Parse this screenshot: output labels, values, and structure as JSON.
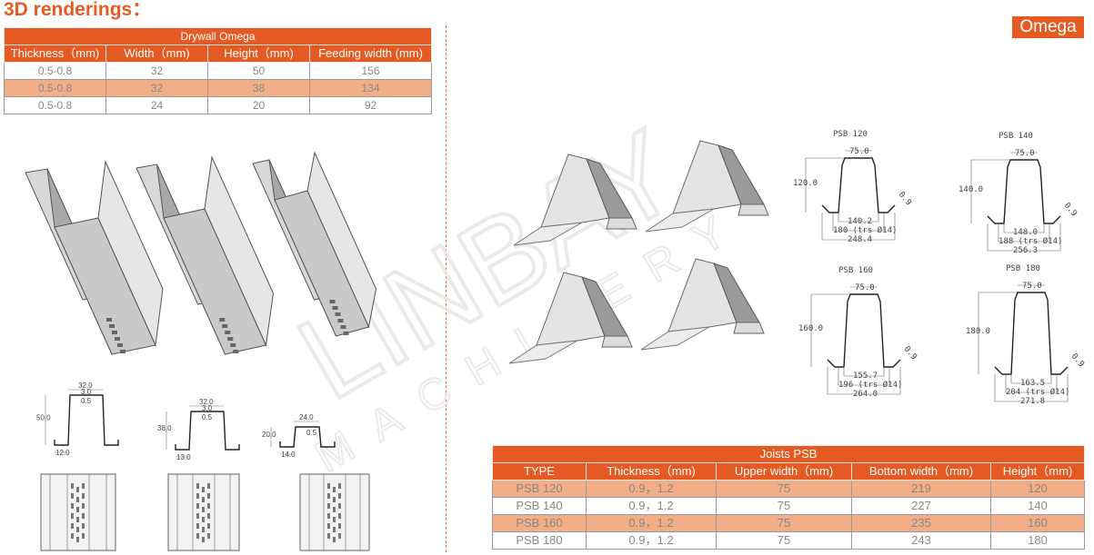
{
  "heading": "3D renderings：",
  "badge": "Omega",
  "watermark": {
    "brand": "LINBAY",
    "sub": "MACHINERY"
  },
  "drywall_table": {
    "title": "Drywall Omega",
    "headers": [
      "Thickness（mm)",
      "Width（mm)",
      "Height（mm)",
      "Feeding width (mm)"
    ],
    "rows": [
      [
        "0.5-0.8",
        "32",
        "50",
        "156"
      ],
      [
        "0.5-0.8",
        "32",
        "38",
        "134"
      ],
      [
        "0.5-0.8",
        "24",
        "20",
        "92"
      ]
    ]
  },
  "joists_table": {
    "title": "Joists PSB",
    "headers": [
      "TYPE",
      "Thickness（mm)",
      "Upper width（mm)",
      "Bottom width（mm)",
      "Height（mm)"
    ],
    "rows": [
      [
        "PSB 120",
        "0.9，1.2",
        "75",
        "219",
        "120"
      ],
      [
        "PSB 140",
        "0.9，1.2",
        "75",
        "227",
        "140"
      ],
      [
        "PSB 160",
        "0.9，1.2",
        "75",
        "235",
        "160"
      ],
      [
        "PSB 180",
        "0.9，1.2",
        "75",
        "243",
        "180"
      ]
    ]
  },
  "psb_drawings": [
    {
      "name": "PSB 120",
      "top": "75.0",
      "height": "120.0",
      "thick": "0.9",
      "inner": "140.2",
      "holes": "180 (trs Ø14)",
      "total": "248.4"
    },
    {
      "name": "PSB 140",
      "top": "75.0",
      "height": "140.0",
      "thick": "0.9",
      "inner": "148.0",
      "holes": "188 (trs Ø14)",
      "total": "256.3"
    },
    {
      "name": "PSB 160",
      "top": "75.0",
      "height": "160.0",
      "thick": "0.9",
      "inner": "155.7",
      "holes": "196 (trs Ø14)",
      "total": "264.0"
    },
    {
      "name": "PSB 180",
      "top": "75.0",
      "height": "180.0",
      "thick": "0.9",
      "inner": "163.5",
      "holes": "204 (trs Ø14)",
      "total": "271.8"
    }
  ],
  "drywall_drawings": [
    {
      "width": "32.0",
      "rib": "3.0",
      "thick": "0.5",
      "height": "50.0",
      "flange": "12.0"
    },
    {
      "width": "32.0",
      "rib": "3.0",
      "thick": "0.5",
      "height": "38.0",
      "flange": "13.0"
    },
    {
      "width": "24.0",
      "thick": "0.5",
      "height": "20.0",
      "flange": "14.0"
    }
  ]
}
